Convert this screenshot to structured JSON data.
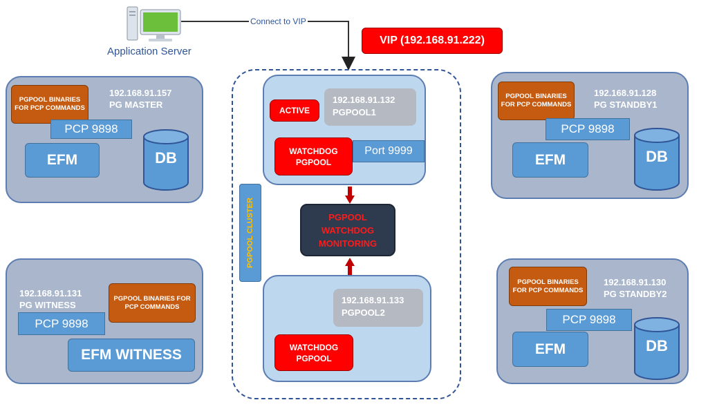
{
  "app_server": {
    "label": "Application Server",
    "connection_label": "Connect to VIP",
    "icon": "desktop-computer-icon"
  },
  "vip": {
    "label": "VIP (192.168.91.222)",
    "color": "#ff0000"
  },
  "master": {
    "ip": "192.168.91.157",
    "role": "PG MASTER",
    "binaries": "PGPOOL BINARIES FOR PCP COMMANDS",
    "pcp": "PCP 9898",
    "efm": "EFM",
    "db": "DB"
  },
  "witness": {
    "ip": "192.168.91.131",
    "role": "PG WITNESS",
    "binaries": "PGPOOL BINARIES FOR PCP COMMANDS",
    "pcp": "PCP 9898",
    "efm": "EFM WITNESS"
  },
  "standby1": {
    "ip": "192.168.91.128",
    "role": "PG STANDBY1",
    "binaries": "PGPOOL BINARIES FOR PCP COMMANDS",
    "pcp": "PCP 9898",
    "efm": "EFM",
    "db": "DB"
  },
  "standby2": {
    "ip": "192.168.91.130",
    "role": "PG STANDBY2",
    "binaries": "PGPOOL BINARIES FOR PCP COMMANDS",
    "pcp": "PCP 9898",
    "efm": "EFM",
    "db": "DB"
  },
  "cluster": {
    "label": "PGPOOL CLUSTER"
  },
  "pgpool1": {
    "status": "ACTIVE",
    "ip": "192.168.91.132",
    "name": "PGPOOL1",
    "watchdog": "WATCHDOG PGPOOL",
    "port": "Port 9999"
  },
  "pgpool2": {
    "ip": "192.168.91.133",
    "name": "PGPOOL2",
    "watchdog": "WATCHDOG PGPOOL"
  },
  "monitoring": {
    "label": "PGPOOL WATCHDOG MONITORING"
  },
  "colors": {
    "node_fill": "#a9b6cb",
    "binaries_fill": "#c55a11",
    "pcp_fill": "#5b9bd5",
    "pgpool_fill": "#bdd7ee",
    "monitor_fill": "#2e3b4e"
  }
}
